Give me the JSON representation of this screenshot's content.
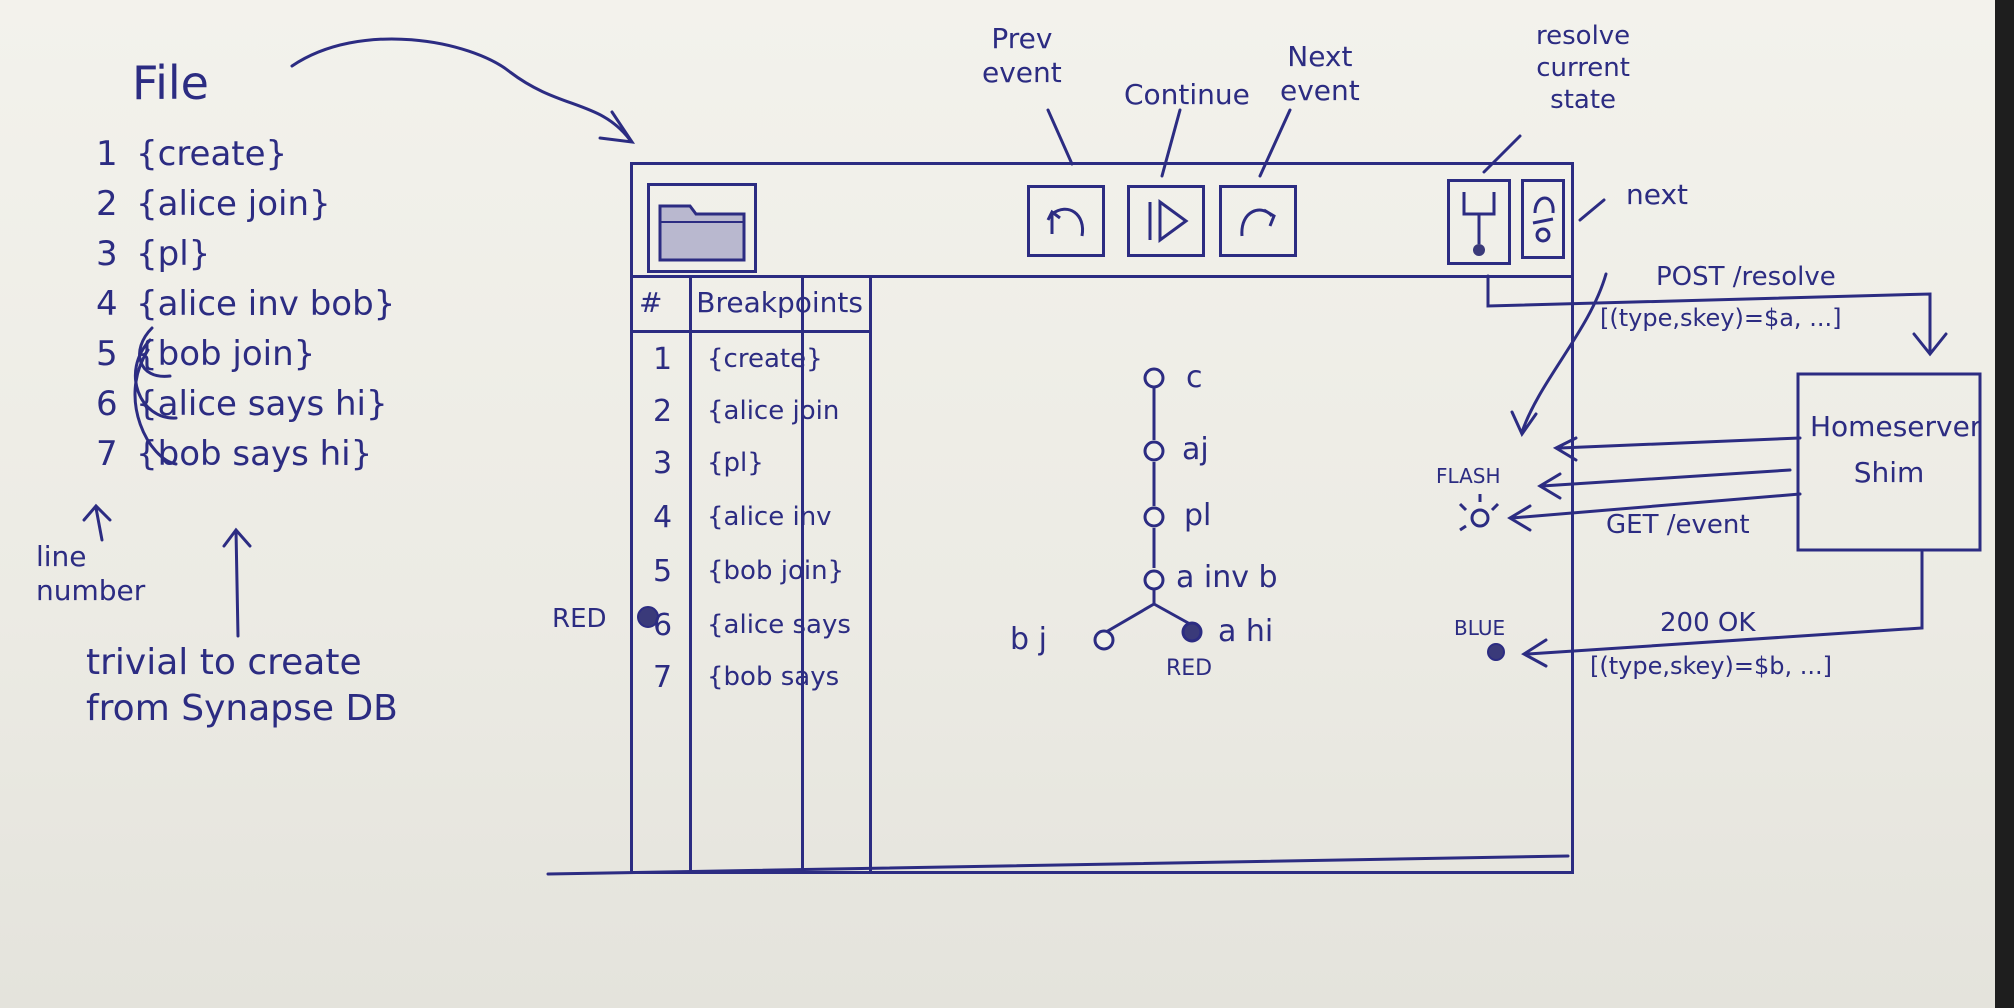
{
  "file": {
    "title": "File",
    "lines": [
      {
        "n": "1",
        "text": "{create}"
      },
      {
        "n": "2",
        "text": "{alice join}"
      },
      {
        "n": "3",
        "text": "{pl}"
      },
      {
        "n": "4",
        "text": "{alice inv bob}"
      },
      {
        "n": "5",
        "text": "{bob join}"
      },
      {
        "n": "6",
        "text": "{alice says hi}"
      },
      {
        "n": "7",
        "text": "{bob says hi}"
      }
    ],
    "line_number_note": [
      "line",
      "number"
    ],
    "trivial_note": [
      "trivial to create",
      "from Synapse DB"
    ]
  },
  "toolbar": {
    "prev_label": [
      "Prev",
      "event"
    ],
    "continue_label": "Continue",
    "next_label": [
      "Next",
      "event"
    ],
    "resolve_label": [
      "resolve",
      "current",
      "state"
    ],
    "next_side_label": "next"
  },
  "breakpoints": {
    "header_num": "#",
    "header_title": "Breakpoints",
    "rows": [
      {
        "n": "1",
        "text": "{create}"
      },
      {
        "n": "2",
        "text": "{alice join"
      },
      {
        "n": "3",
        "text": "{pl}"
      },
      {
        "n": "4",
        "text": "{alice inv"
      },
      {
        "n": "5",
        "text": "{bob join}"
      },
      {
        "n": "6",
        "text": "{alice says"
      },
      {
        "n": "7",
        "text": "{bob says"
      }
    ],
    "red_marker_label": "RED"
  },
  "graph": {
    "nodes": [
      "c",
      "aj",
      "pl",
      "a inv b",
      "b j",
      "a hi"
    ],
    "red_node_label": "RED"
  },
  "server": {
    "box_label": [
      "Homeserver",
      "Shim"
    ],
    "post_label": "POST /resolve",
    "post_payload": "[(type,skey)=$a, ...]",
    "get_label": "GET /event",
    "ok_label": "200 OK",
    "ok_payload": "[(type,skey)=$b, ...]",
    "flash_label": "FLASH",
    "blue_label": "BLUE"
  }
}
